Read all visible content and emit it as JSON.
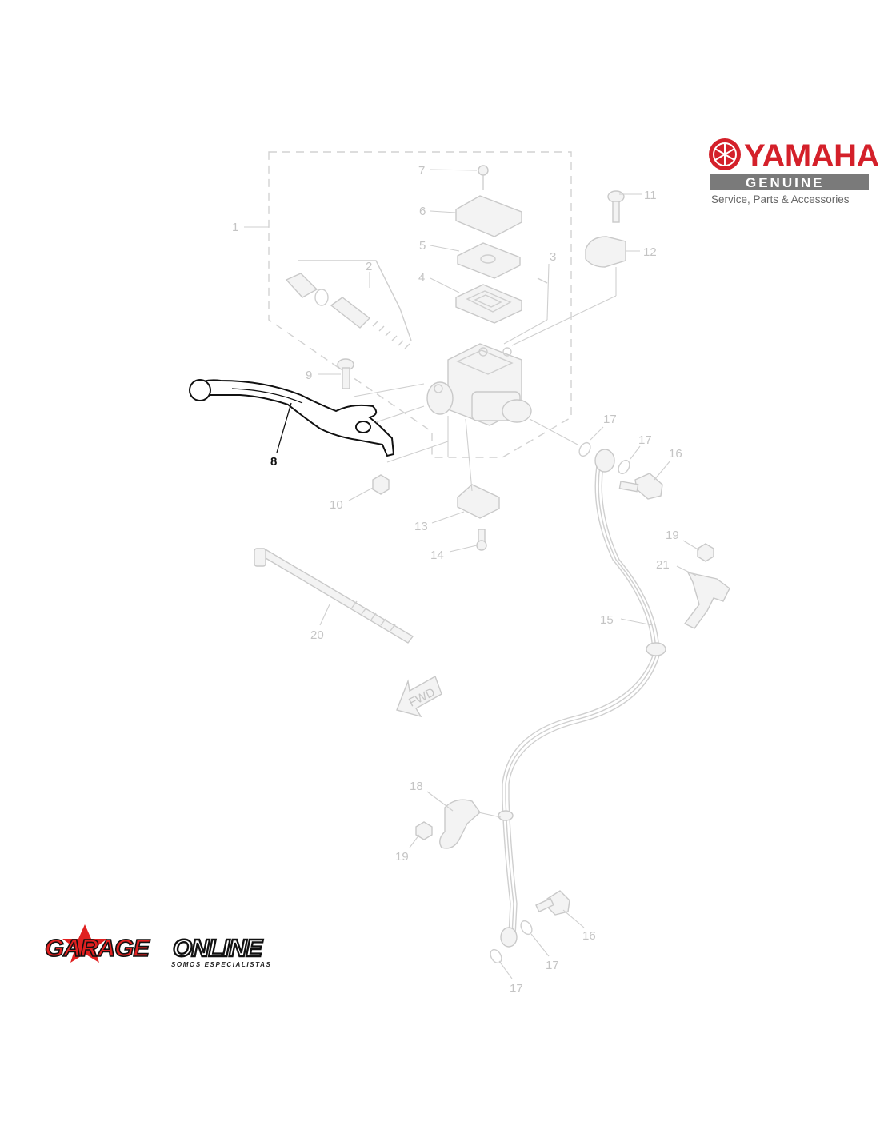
{
  "brand": {
    "yamaha_name": "YAMAHA",
    "genuine_label": "GENUINE",
    "tagline": "Service, Parts & Accessories",
    "red": "#d4202a",
    "gray": "#666666"
  },
  "dealer": {
    "name_part1": "GARAGE",
    "name_part2": "ONLINE",
    "slogan": "SOMOS ESPECIALISTAS",
    "red": "#e02020",
    "dark": "#111111"
  },
  "diagram": {
    "highlighted_part": "8",
    "callouts": {
      "c1": "1",
      "c2": "2",
      "c3": "3",
      "c4": "4",
      "c5": "5",
      "c6": "6",
      "c7": "7",
      "c8": "8",
      "c9": "9",
      "c10": "10",
      "c11": "11",
      "c12": "12",
      "c13": "13",
      "c14": "14",
      "c15": "15",
      "c16a": "16",
      "c16b": "16",
      "c17a": "17",
      "c17b": "17",
      "c17c": "17",
      "c17d": "17",
      "c18": "18",
      "c19a": "19",
      "c19b": "19",
      "c20": "20",
      "c21": "21"
    },
    "direction_label": "FWD"
  }
}
